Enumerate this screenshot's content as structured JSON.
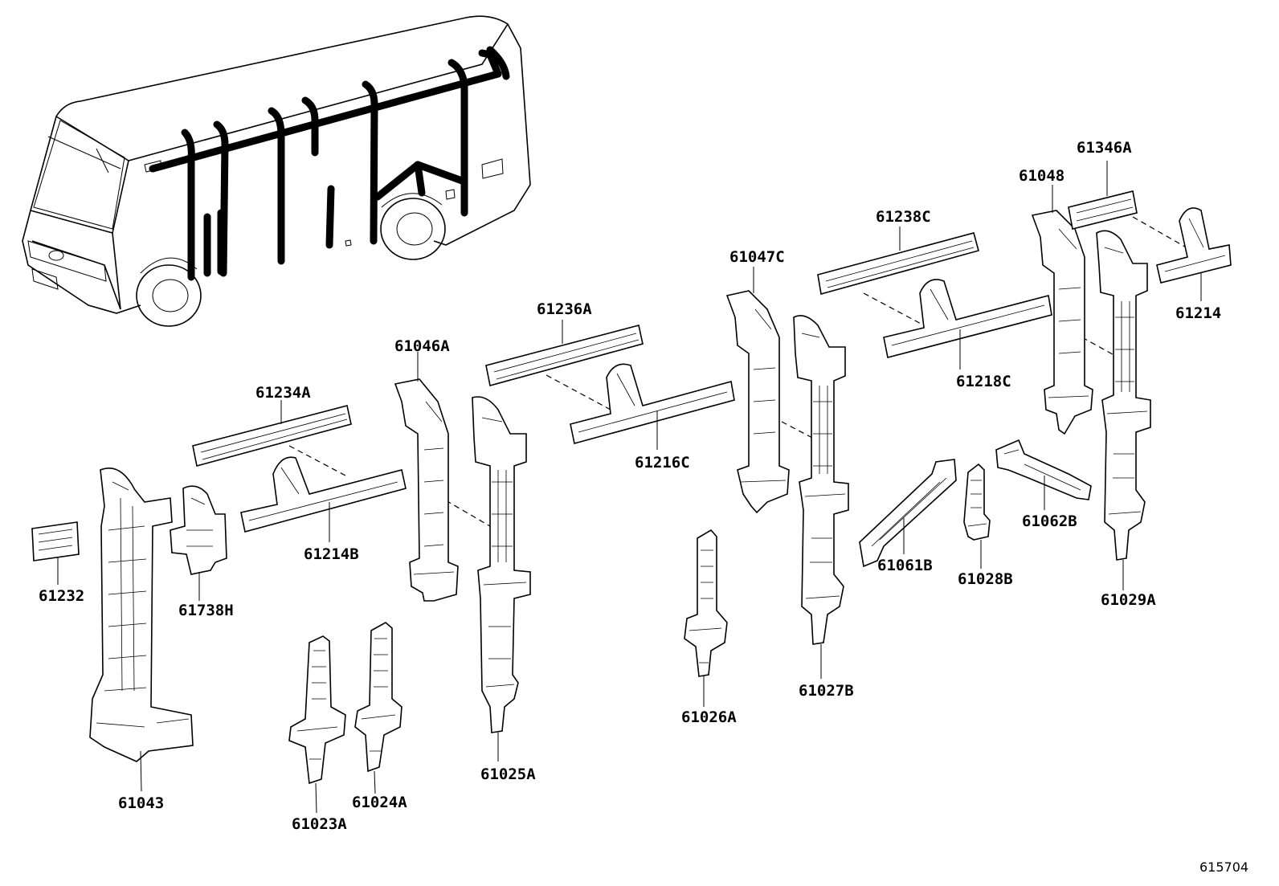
{
  "diagram_id": "615704",
  "labels": {
    "p61232": "61232",
    "p61043": "61043",
    "p61738H": "61738H",
    "p61234A": "61234A",
    "p61214B": "61214B",
    "p61023A": "61023A",
    "p61024A": "61024A",
    "p61046A": "61046A",
    "p61025A": "61025A",
    "p61236A": "61236A",
    "p61216C": "61216C",
    "p61026A": "61026A",
    "p61047C": "61047C",
    "p61027B": "61027B",
    "p61238C": "61238C",
    "p61218C": "61218C",
    "p61061B": "61061B",
    "p61028B": "61028B",
    "p61048": "61048",
    "p61062B": "61062B",
    "p61346A": "61346A",
    "p61214": "61214",
    "p61029A": "61029A"
  }
}
